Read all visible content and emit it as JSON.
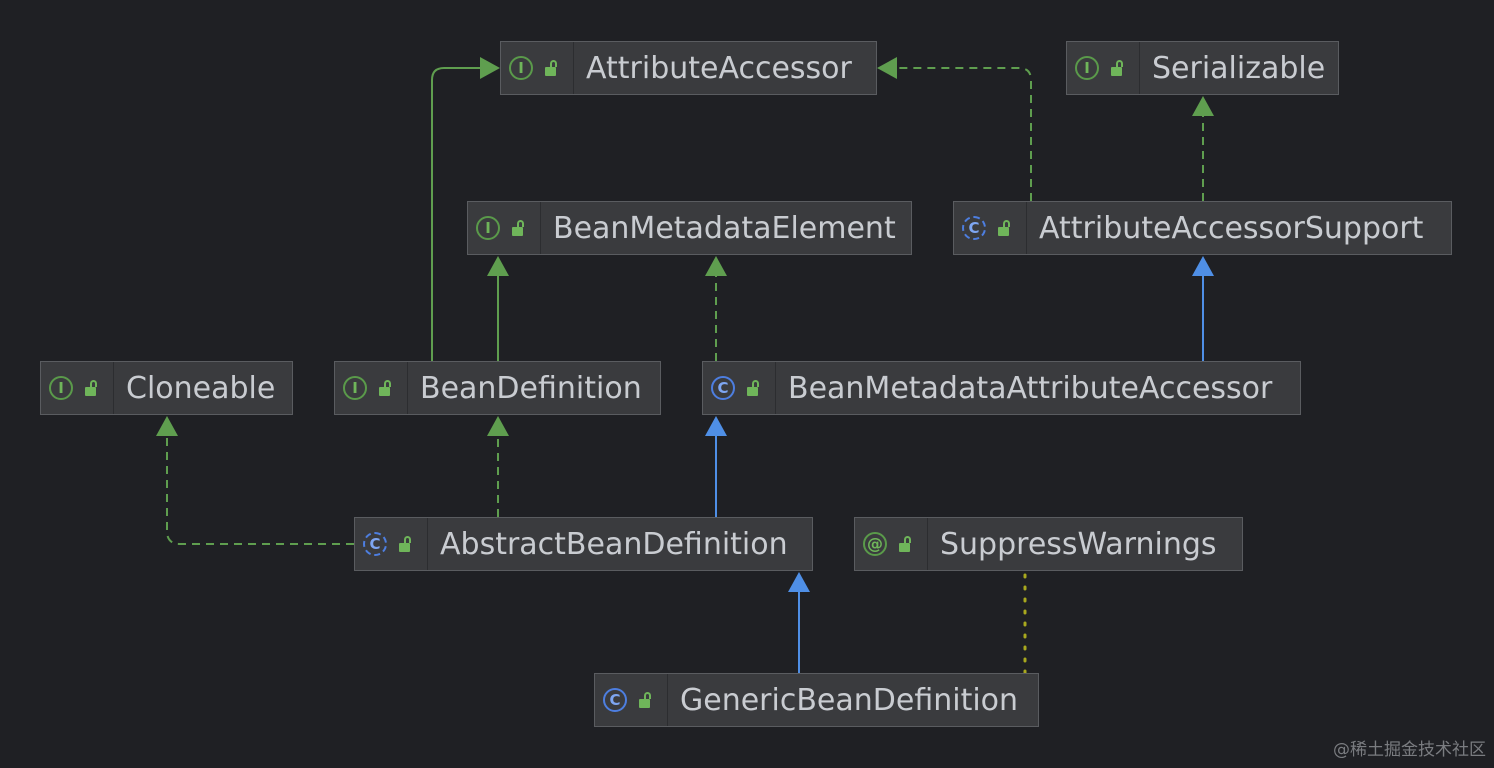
{
  "diagram": {
    "nodes": [
      {
        "id": "AttributeAccessor",
        "label": "AttributeAccessor",
        "kind": "interface"
      },
      {
        "id": "Serializable",
        "label": "Serializable",
        "kind": "interface"
      },
      {
        "id": "BeanMetadataElement",
        "label": "BeanMetadataElement",
        "kind": "interface"
      },
      {
        "id": "AttributeAccessorSupport",
        "label": "AttributeAccessorSupport",
        "kind": "abstract-class"
      },
      {
        "id": "Cloneable",
        "label": "Cloneable",
        "kind": "interface"
      },
      {
        "id": "BeanDefinition",
        "label": "BeanDefinition",
        "kind": "interface"
      },
      {
        "id": "BeanMetadataAttributeAccessor",
        "label": "BeanMetadataAttributeAccessor",
        "kind": "class"
      },
      {
        "id": "AbstractBeanDefinition",
        "label": "AbstractBeanDefinition",
        "kind": "abstract-class"
      },
      {
        "id": "SuppressWarnings",
        "label": "SuppressWarnings",
        "kind": "annotation"
      },
      {
        "id": "GenericBeanDefinition",
        "label": "GenericBeanDefinition",
        "kind": "class"
      }
    ],
    "edges": [
      {
        "from": "BeanDefinition",
        "to": "AttributeAccessor",
        "type": "extends-interface"
      },
      {
        "from": "AttributeAccessorSupport",
        "to": "AttributeAccessor",
        "type": "implements"
      },
      {
        "from": "AttributeAccessorSupport",
        "to": "Serializable",
        "type": "implements"
      },
      {
        "from": "BeanDefinition",
        "to": "BeanMetadataElement",
        "type": "extends-interface"
      },
      {
        "from": "BeanMetadataAttributeAccessor",
        "to": "BeanMetadataElement",
        "type": "implements"
      },
      {
        "from": "BeanMetadataAttributeAccessor",
        "to": "AttributeAccessorSupport",
        "type": "extends-class"
      },
      {
        "from": "AbstractBeanDefinition",
        "to": "Cloneable",
        "type": "implements"
      },
      {
        "from": "AbstractBeanDefinition",
        "to": "BeanDefinition",
        "type": "implements"
      },
      {
        "from": "AbstractBeanDefinition",
        "to": "BeanMetadataAttributeAccessor",
        "type": "extends-class"
      },
      {
        "from": "GenericBeanDefinition",
        "to": "AbstractBeanDefinition",
        "type": "extends-class"
      },
      {
        "from": "GenericBeanDefinition",
        "to": "SuppressWarnings",
        "type": "annotated-with"
      }
    ],
    "colors": {
      "background": "#1f2024",
      "interface_edge": "#5f9e4f",
      "class_edge": "#4f8fe6",
      "annotation_edge": "#a8a81e"
    },
    "icons": {
      "interface": "I",
      "class": "C",
      "abstract-class": "C",
      "annotation": "@",
      "visibility": "lock-open-icon"
    }
  },
  "watermark": "@稀土掘金技术社区"
}
